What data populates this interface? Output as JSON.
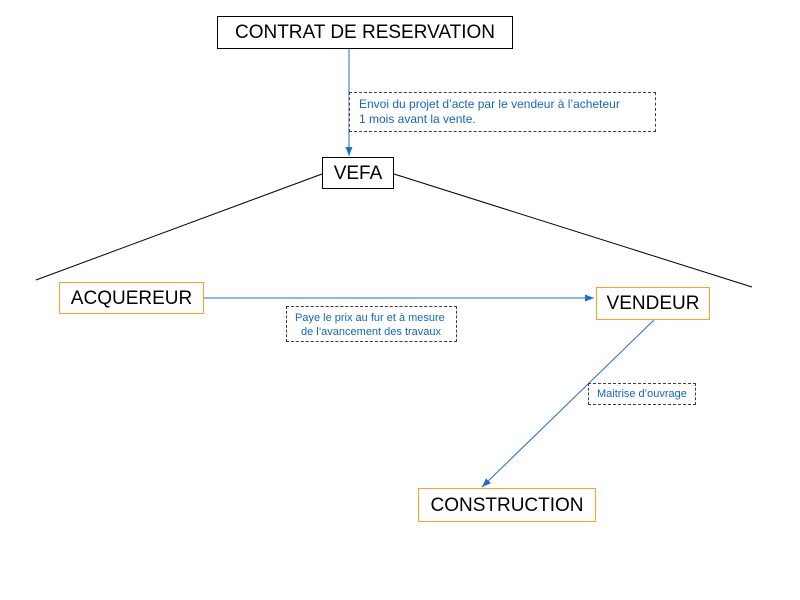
{
  "colors": {
    "connector_black": "#000000",
    "arrow_blue": "#1f6fc8",
    "note_text_blue": "#1565c0",
    "node_orange_border": "#ffa126",
    "node_black_border": "#000000",
    "note_dashed_border": "#3c3c3c"
  },
  "nodes": {
    "contrat": "CONTRAT DE RESERVATION",
    "vefa": "VEFA",
    "acquereur": "ACQUEREUR",
    "vendeur": "VENDEUR",
    "construction": "CONSTRUCTION"
  },
  "notes": {
    "envoi": {
      "line1": "Envoi du projet d’acte par le vendeur à l’acheteur",
      "line2": "1 mois avant la vente."
    },
    "paye": {
      "line1": "Paye le prix au fur et à mesure",
      "line2": "de l’avancement des travaux"
    },
    "maitrise": {
      "line1": "Maitrise d’ouvrage"
    }
  }
}
